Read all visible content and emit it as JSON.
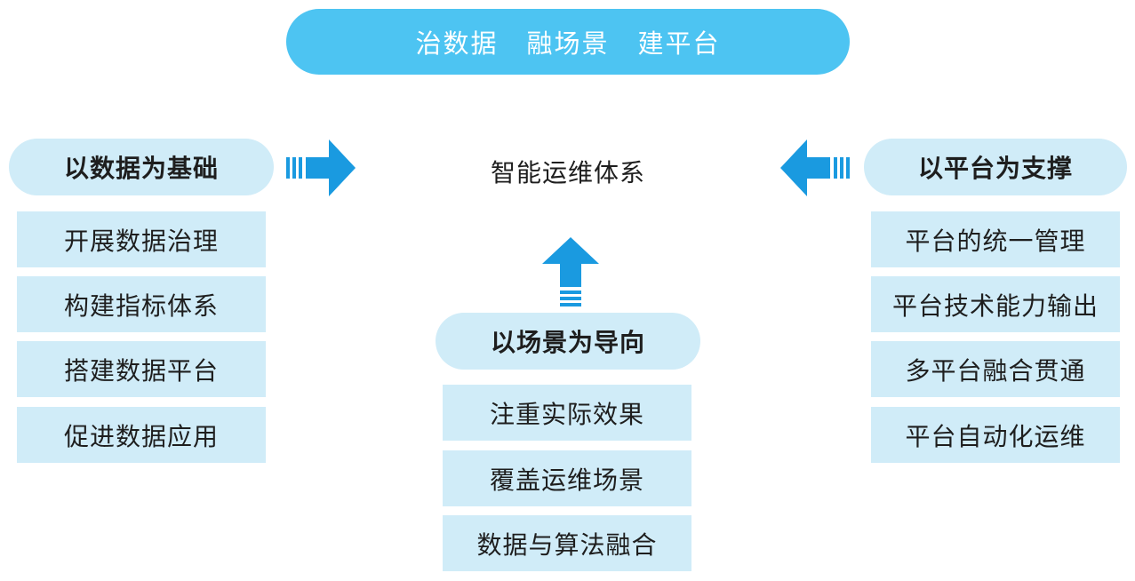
{
  "banner": {
    "items": [
      "治数据",
      "融场景",
      "建平台"
    ]
  },
  "center": {
    "title": "智能运维体系"
  },
  "left": {
    "header": "以数据为基础",
    "items": [
      "开展数据治理",
      "构建指标体系",
      "搭建数据平台",
      "促进数据应用"
    ]
  },
  "middle": {
    "header": "以场景为导向",
    "items": [
      "注重实际效果",
      "覆盖运维场景",
      "数据与算法融合"
    ]
  },
  "right": {
    "header": "以平台为支撑",
    "items": [
      "平台的统一管理",
      "平台技术能力输出",
      "多平台融合贯通",
      "平台自动化运维"
    ]
  },
  "colors": {
    "accent": "#4dc4f2",
    "arrow": "#1a9ae0",
    "box": "#d0ecf8",
    "text": "#1e1e1e"
  }
}
